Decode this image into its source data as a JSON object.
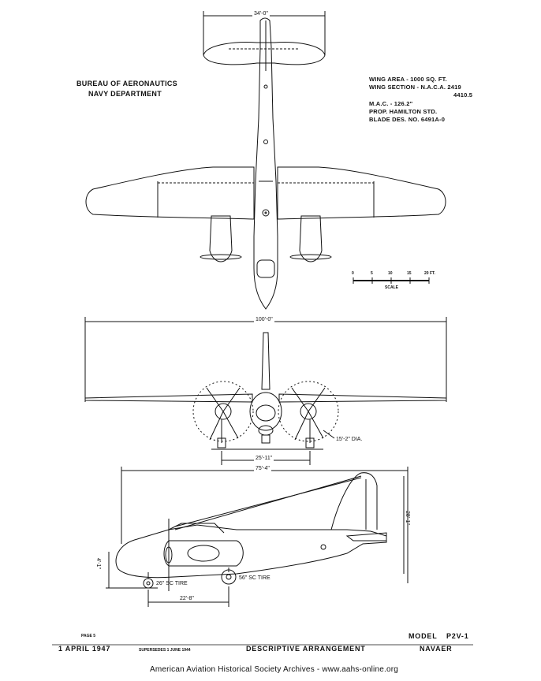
{
  "header": {
    "bureau_line1": "BUREAU OF AERONAUTICS",
    "bureau_line2": "NAVY DEPARTMENT"
  },
  "specs": {
    "wing_area": "WING AREA - 1000 SQ. FT.",
    "wing_section": "WING SECTION - N.A.C.A. 2419",
    "wing_section_tip": "4410.5",
    "mac": "M.A.C. - 126.2\"",
    "prop": "PROP. HAMILTON STD.",
    "blade": "BLADE DES. NO. 6491A-0"
  },
  "scale": {
    "ticks": [
      "0",
      "5",
      "10",
      "15",
      "20 FT."
    ],
    "label": "SCALE"
  },
  "dimensions": {
    "tail_span": "34'-0\"",
    "wing_span": "100'-0\"",
    "tread": "25'-11\"",
    "prop_dia": "15'-2\" DIA.",
    "length": "75'-4\"",
    "height": "28'-1\"",
    "ground_line": "4'-1\"",
    "nose_tire": "26\" SC TIRE",
    "main_tire": "56\" SC TIRE",
    "wheelbase": "22'-8\""
  },
  "footer": {
    "page": "PAGE 5",
    "date": "1 APRIL 1947",
    "supersedes": "SUPERSEDES 1 JUNE 1944",
    "title": "DESCRIPTIVE ARRANGEMENT",
    "model_label": "MODEL",
    "model": "P2V-1",
    "org": "NAVAER"
  },
  "credit": "American Aviation Historical Society Archives - www.aahs-online.org"
}
